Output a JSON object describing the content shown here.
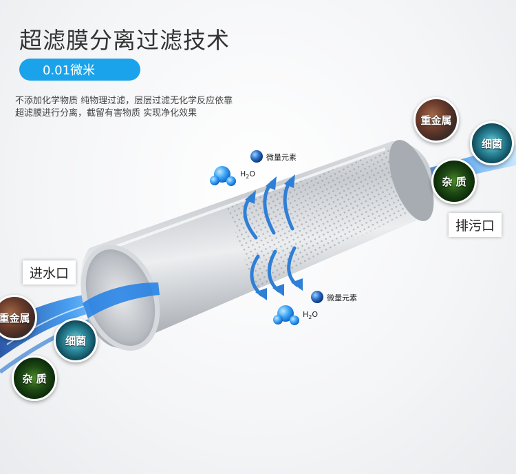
{
  "title": "超滤膜分离过滤技术",
  "pill": "0.01微米",
  "description": {
    "line1": "不添加化学物质 纯物理过滤，层层过滤无化学反应依靠",
    "line2": "超滤膜进行分离，截留有害物质 实现净化效果"
  },
  "labels": {
    "inlet": "进水口",
    "outlet": "排污口"
  },
  "left_circles": {
    "metal": "重金属",
    "bacteria": "细菌",
    "impurity": "杂 质"
  },
  "right_circles": {
    "metal": "重金属",
    "bacteria": "细菌",
    "impurity": "杂 质"
  },
  "molecules": {
    "trace_top": "微量元素",
    "trace_bottom": "微量元素",
    "water_main": "H",
    "water_sub": "2",
    "water_tail": "O"
  },
  "colors": {
    "accent": "#1aa3ea",
    "water": "#2a8ff0",
    "arrow": "#2f7fd6"
  }
}
